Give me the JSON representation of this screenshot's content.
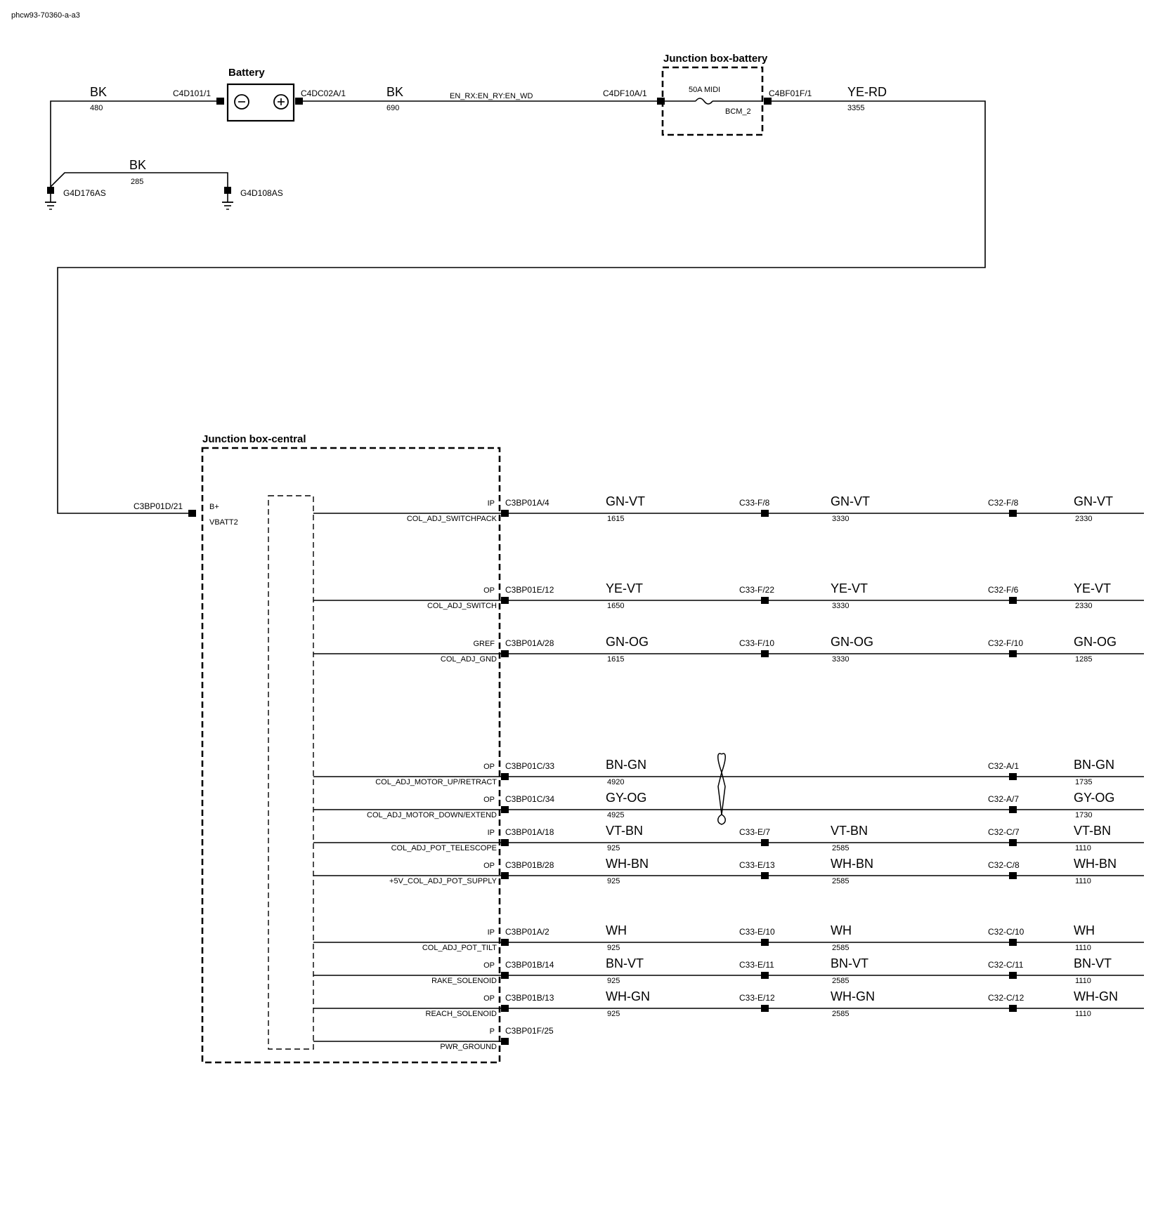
{
  "doc_id": "phcw93-70360-a-a3",
  "battery": {
    "title": "Battery",
    "left_connector": "C4D101/1",
    "right_connector": "C4DC02A/1",
    "neg_symbol": "−",
    "pos_symbol": "+"
  },
  "wires_top": {
    "w480": {
      "color": "BK",
      "num": "480"
    },
    "w690": {
      "color": "BK",
      "num": "690",
      "signal": "EN_RX:EN_RY:EN_WD"
    },
    "w285": {
      "color": "BK",
      "num": "285"
    },
    "w3355": {
      "color": "YE-RD",
      "num": "3355"
    }
  },
  "grounds": {
    "g1": "G4D176AS",
    "g2": "G4D108AS"
  },
  "jbox_battery": {
    "title": "Junction box-battery",
    "fuse": "50A MIDI",
    "circuit": "BCM_2",
    "left_connector": "C4DF10A/1",
    "right_connector": "C4BF01F/1"
  },
  "jbox_central": {
    "title": "Junction box-central",
    "input_connector": "C3BP01D/21",
    "input_pin": "B+",
    "input_signal": "VBATT2"
  },
  "circuits": [
    {
      "type": "IP",
      "signal": "COL_ADJ_SWITCHPACK",
      "connector": "C3BP01A/4",
      "w1": "GN-VT",
      "n1": "1615",
      "c2": "C33-F/8",
      "w2": "GN-VT",
      "n2": "3330",
      "c3": "C32-F/8",
      "w3": "GN-VT",
      "n3": "2330"
    },
    {
      "type": "OP",
      "signal": "COL_ADJ_SWITCH",
      "connector": "C3BP01E/12",
      "w1": "YE-VT",
      "n1": "1650",
      "c2": "C33-F/22",
      "w2": "YE-VT",
      "n2": "3330",
      "c3": "C32-F/6",
      "w3": "YE-VT",
      "n3": "2330"
    },
    {
      "type": "GREF",
      "signal": "COL_ADJ_GND",
      "connector": "C3BP01A/28",
      "w1": "GN-OG",
      "n1": "1615",
      "c2": "C33-F/10",
      "w2": "GN-OG",
      "n2": "3330",
      "c3": "C32-F/10",
      "w3": "GN-OG",
      "n3": "1285"
    },
    {
      "type": "OP",
      "signal": "COL_ADJ_MOTOR_UP/RETRACT",
      "connector": "C3BP01C/33",
      "w1": "BN-GN",
      "n1": "4920",
      "c2": "",
      "w2": "",
      "n2": "",
      "c3": "C32-A/1",
      "w3": "BN-GN",
      "n3": "1735"
    },
    {
      "type": "OP",
      "signal": "COL_ADJ_MOTOR_DOWN/EXTEND",
      "connector": "C3BP01C/34",
      "w1": "GY-OG",
      "n1": "4925",
      "c2": "",
      "w2": "",
      "n2": "",
      "c3": "C32-A/7",
      "w3": "GY-OG",
      "n3": "1730"
    },
    {
      "type": "IP",
      "signal": "COL_ADJ_POT_TELESCOPE",
      "connector": "C3BP01A/18",
      "w1": "VT-BN",
      "n1": "925",
      "c2": "C33-E/7",
      "w2": "VT-BN",
      "n2": "2585",
      "c3": "C32-C/7",
      "w3": "VT-BN",
      "n3": "1110"
    },
    {
      "type": "OP",
      "signal": "+5V_COL_ADJ_POT_SUPPLY",
      "connector": "C3BP01B/28",
      "w1": "WH-BN",
      "n1": "925",
      "c2": "C33-E/13",
      "w2": "WH-BN",
      "n2": "2585",
      "c3": "C32-C/8",
      "w3": "WH-BN",
      "n3": "1110"
    },
    {
      "type": "IP",
      "signal": "COL_ADJ_POT_TILT",
      "connector": "C3BP01A/2",
      "w1": "WH",
      "n1": "925",
      "c2": "C33-E/10",
      "w2": "WH",
      "n2": "2585",
      "c3": "C32-C/10",
      "w3": "WH",
      "n3": "1110"
    },
    {
      "type": "OP",
      "signal": "RAKE_SOLENOID",
      "connector": "C3BP01B/14",
      "w1": "BN-VT",
      "n1": "925",
      "c2": "C33-E/11",
      "w2": "BN-VT",
      "n2": "2585",
      "c3": "C32-C/11",
      "w3": "BN-VT",
      "n3": "1110"
    },
    {
      "type": "OP",
      "signal": "REACH_SOLENOID",
      "connector": "C3BP01B/13",
      "w1": "WH-GN",
      "n1": "925",
      "c2": "C33-E/12",
      "w2": "WH-GN",
      "n2": "2585",
      "c3": "C32-C/12",
      "w3": "WH-GN",
      "n3": "1110"
    },
    {
      "type": "P",
      "signal": "PWR_GROUND",
      "connector": "C3BP01F/25",
      "w1": "",
      "n1": "",
      "c2": "",
      "w2": "",
      "n2": "",
      "c3": "",
      "w3": "",
      "n3": ""
    }
  ]
}
